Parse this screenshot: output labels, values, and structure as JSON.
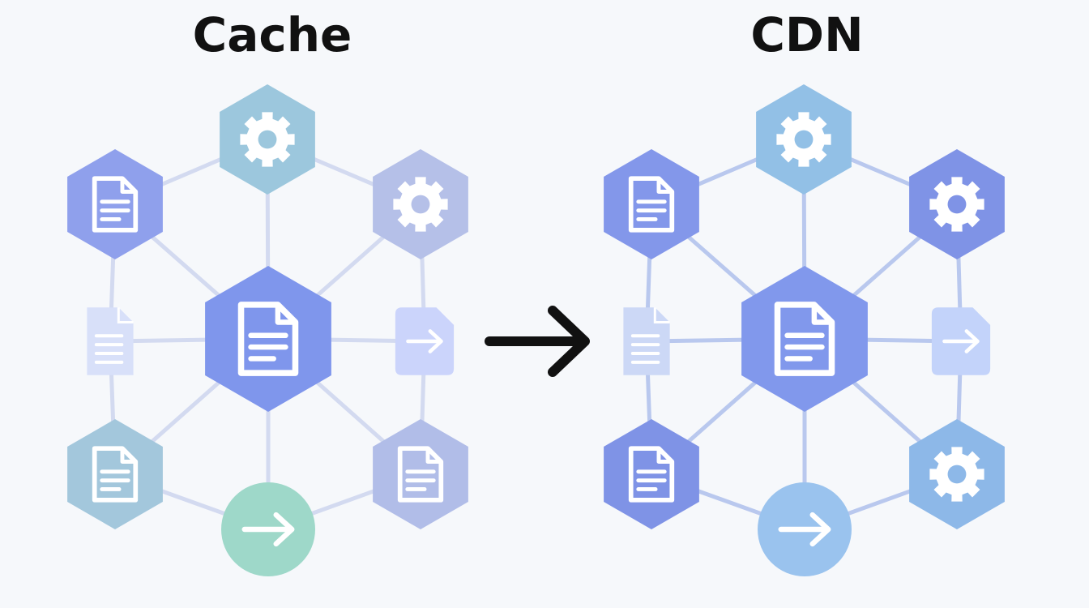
{
  "panels": {
    "left": {
      "title": "Cache",
      "nodes": [
        {
          "id": "gear-top",
          "icon": "gear-icon",
          "color": "#9cc7dd"
        },
        {
          "id": "doc-upleft",
          "icon": "document-icon",
          "color": "#8fa0ec"
        },
        {
          "id": "gear-right",
          "icon": "gear-icon",
          "color": "#b5c0e8"
        },
        {
          "id": "hub",
          "icon": "document-icon",
          "color": "#7f96ec"
        },
        {
          "id": "doc-small",
          "icon": "document-icon",
          "color": "#d8e0f9"
        },
        {
          "id": "arrow-small",
          "icon": "arrow-right-icon",
          "color": "#cbd4fb"
        },
        {
          "id": "doc-lowleft",
          "icon": "document-icon",
          "color": "#a3c7dc"
        },
        {
          "id": "doc-lowright",
          "icon": "document-icon",
          "color": "#b1bde8"
        },
        {
          "id": "arrow-circle",
          "icon": "arrow-right-icon",
          "color": "#9ed8c9"
        }
      ]
    },
    "right": {
      "title": "CDN",
      "nodes": [
        {
          "id": "gear-top",
          "icon": "gear-icon",
          "color": "#92c0e6"
        },
        {
          "id": "doc-upleft",
          "icon": "document-icon",
          "color": "#8397ea"
        },
        {
          "id": "gear-right",
          "icon": "gear-icon",
          "color": "#7f93e6"
        },
        {
          "id": "hub",
          "icon": "document-icon",
          "color": "#8198ec"
        },
        {
          "id": "doc-small",
          "icon": "document-icon",
          "color": "#ccd8f6"
        },
        {
          "id": "arrow-small",
          "icon": "arrow-right-icon",
          "color": "#c3d3fa"
        },
        {
          "id": "doc-lowleft",
          "icon": "document-icon",
          "color": "#7f93e6"
        },
        {
          "id": "doc-lowright",
          "icon": "gear-icon",
          "color": "#8db8e8"
        },
        {
          "id": "arrow-circle",
          "icon": "arrow-right-icon",
          "color": "#9ac3ee"
        }
      ]
    }
  },
  "connector": {
    "icon": "arrow-right-icon",
    "color": "#111111"
  },
  "colors": {
    "edge_left": "#d3daf0",
    "edge_right": "#b9c8ee",
    "icon_fill": "#ffffff"
  }
}
